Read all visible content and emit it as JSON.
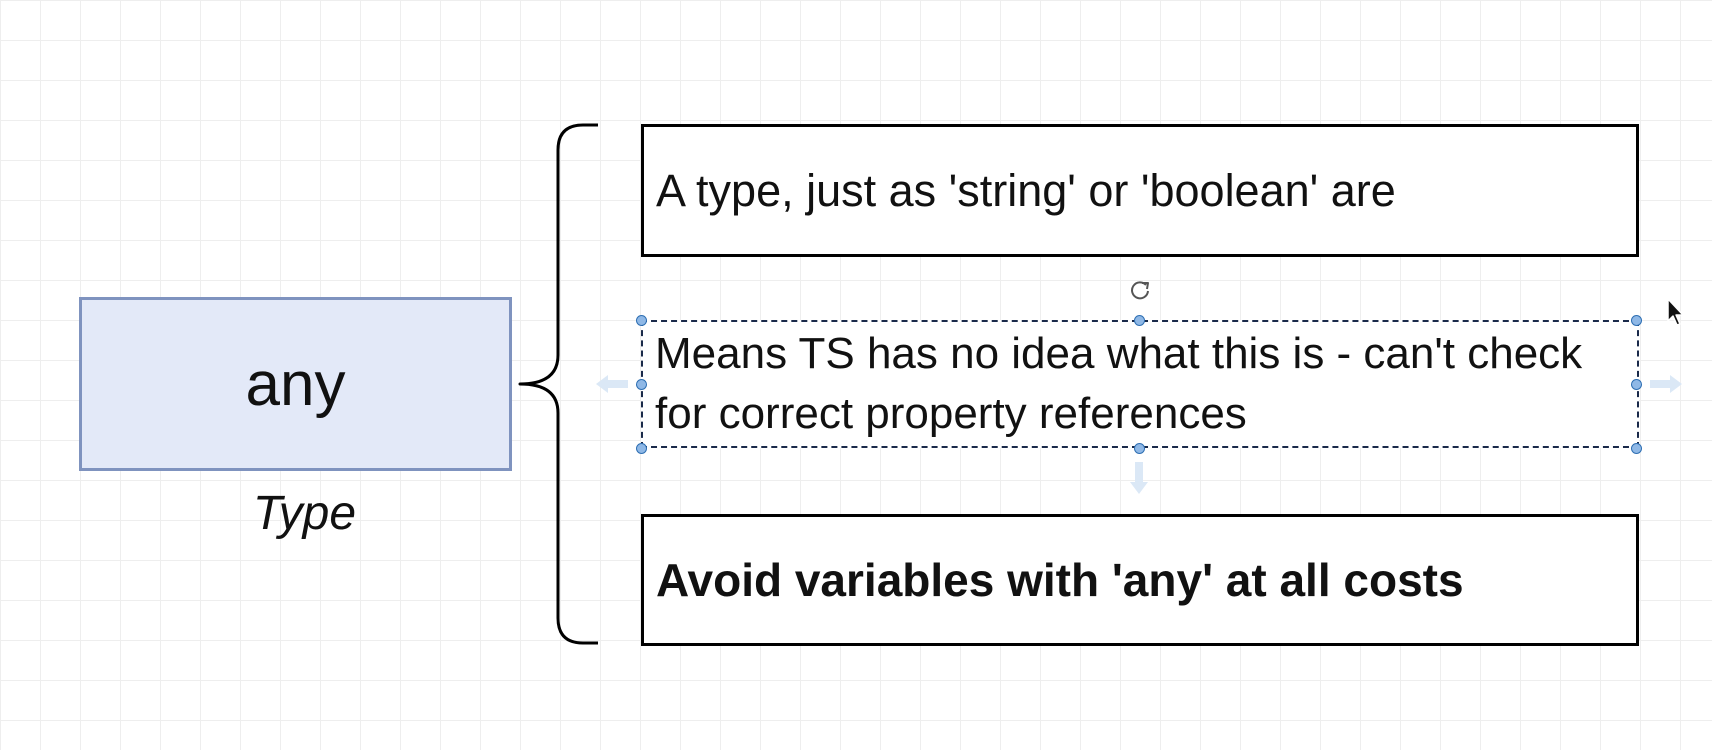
{
  "diagram": {
    "main_node": {
      "label": "any",
      "fill": "#e3e9f8",
      "border": "#7f93bf"
    },
    "caption": "Type",
    "notes": [
      {
        "text": "A type, just as 'string' or 'boolean' are",
        "bold": false,
        "selected": false
      },
      {
        "text": "Means TS has no idea what this is - can't check for correct property references",
        "bold": false,
        "selected": true
      },
      {
        "text": "Avoid variables with 'any' at all costs",
        "bold": true,
        "selected": false
      }
    ]
  },
  "selection": {
    "handle_color": "#8fb8e6",
    "connector_arrow_color": "#dbe8f6"
  },
  "icons": {
    "rotate": "rotate-icon",
    "cursor": "mouse-pointer-icon"
  }
}
